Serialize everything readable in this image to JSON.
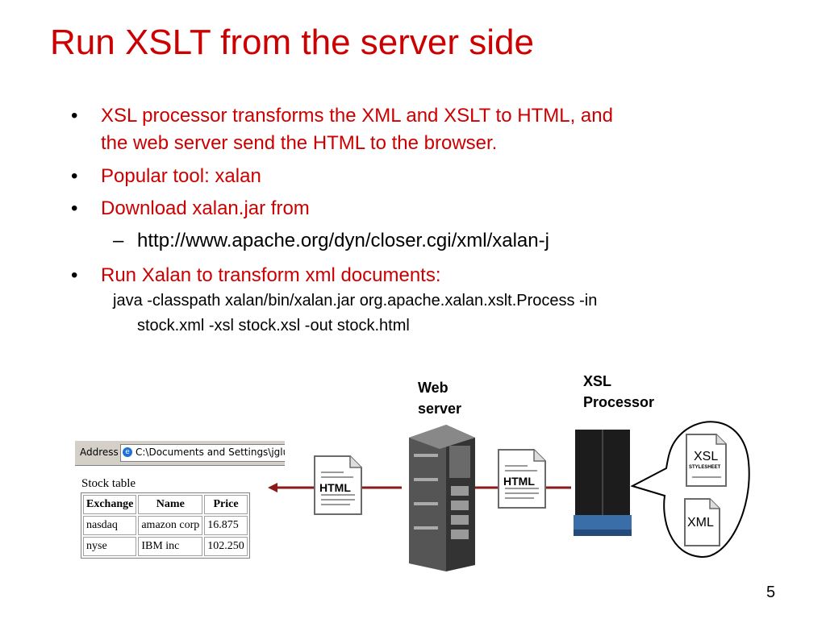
{
  "slide": {
    "title": "Run XSLT from the server side",
    "page_number": "5"
  },
  "bullets": [
    {
      "line1": "XSL processor transforms the XML and XSLT to HTML, and",
      "line2": "the web server send the HTML to the browser."
    },
    {
      "line1": "Popular tool: xalan"
    },
    {
      "line1": "Download xalan.jar from"
    },
    {
      "line1": "Run Xalan to transform xml documents:"
    }
  ],
  "sub_bullet": {
    "dash": "–",
    "text": "http://www.apache.org/dyn/closer.cgi/xml/xalan-j"
  },
  "command": {
    "line1": "java -classpath xalan/bin/xalan.jar org.apache.xalan.xslt.Process -in",
    "line2": "stock.xml -xsl stock.xsl -out stock.html"
  },
  "diagram": {
    "web_server_label": [
      "Web",
      "server"
    ],
    "xsl_processor_label": [
      "XSL",
      "Processor"
    ],
    "html_doc_label": "HTML",
    "xsl_doc_label": "XSL",
    "xsl_doc_sublabel": "STYLESHEET",
    "xml_doc_label": "XML"
  },
  "browser": {
    "address_label": "Address",
    "address_value": "C:\\Documents and Settings\\jglu\\My D",
    "table_caption": "Stock table",
    "columns": [
      "Exchange",
      "Name",
      "Price"
    ],
    "rows": [
      [
        "nasdaq",
        "amazon corp",
        "16.875"
      ],
      [
        "nyse",
        "IBM inc",
        "102.250"
      ]
    ]
  },
  "colors": {
    "title": "#cc0000",
    "bullet_text": "#cc0000",
    "arrow": "#8b1a1a",
    "server_blue": "#3a6ea8"
  }
}
